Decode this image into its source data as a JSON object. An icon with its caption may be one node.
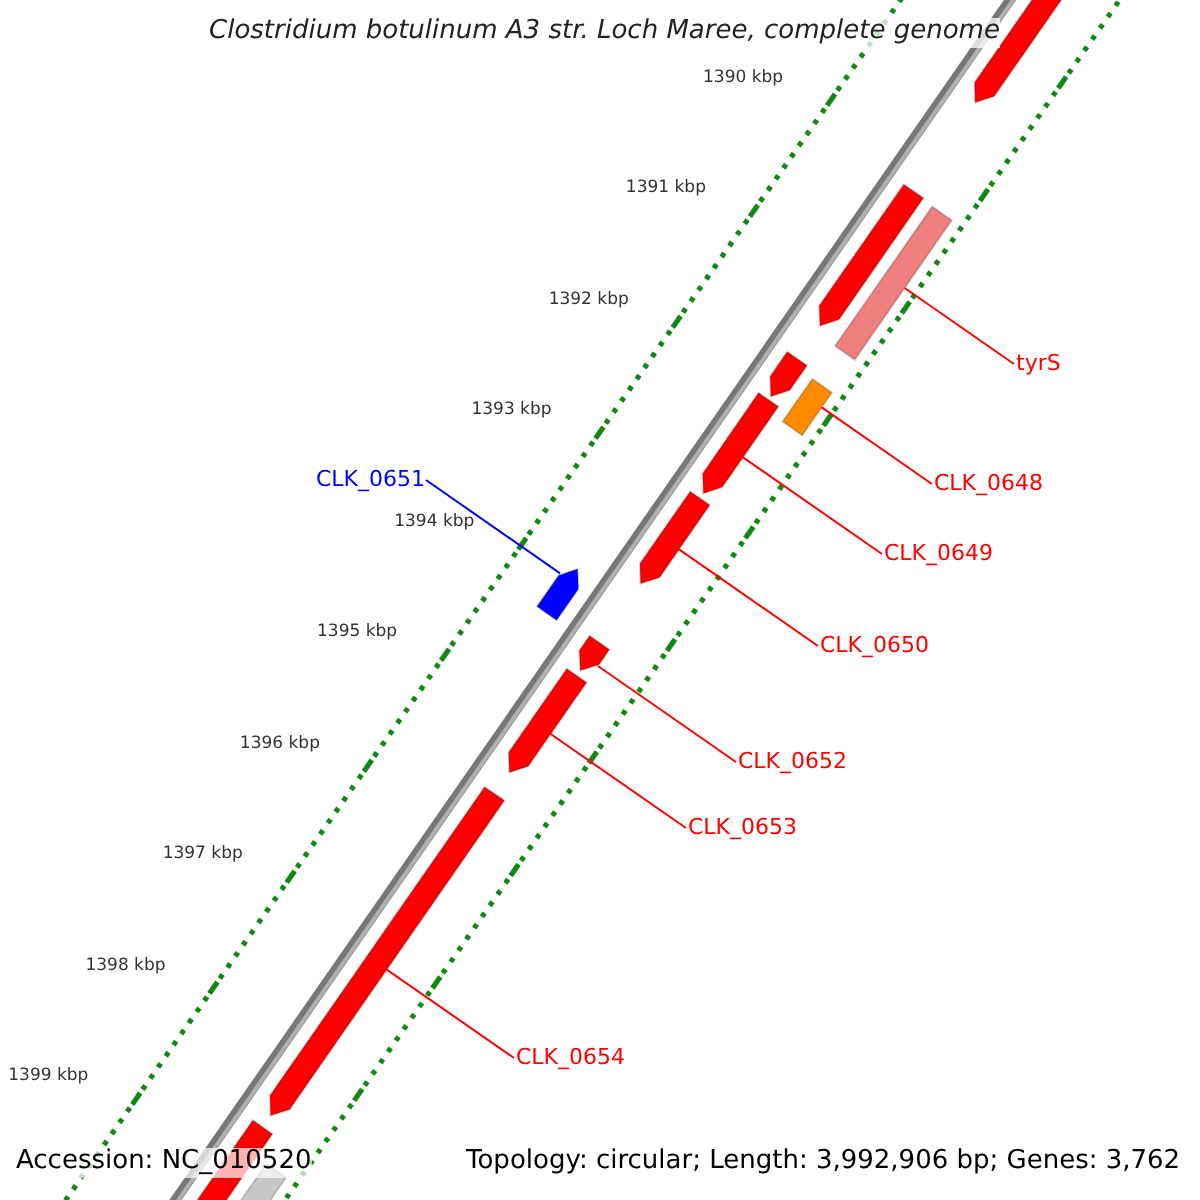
{
  "diagram": {
    "title": "Clostridium botulinum A3 str. Loch Maree, complete genome",
    "nodes": [
      {
        "text": [
          "tyrS"
        ]
      },
      {
        "text": [],
        "shape": "box"
      },
      {
        "text": [
          "CLK_0648"
        ]
      },
      {
        "text": [],
        "shape": "box"
      },
      {
        "text": [
          "CLK_0649"
        ]
      },
      {
        "text": [],
        "shape": "arrow"
      },
      {
        "text": [
          "CLK_0650"
        ]
      },
      {
        "text": [],
        "shape": "arrow"
      },
      {
        "text": [
          "CLK_0651"
        ]
      },
      {
        "text": [],
        "shape": "arrow"
      },
      {
        "text": [
          "CLK_0652"
        ]
      },
      {
        "text": [],
        "shape": "arrow"
      },
      {
        "text": [
          "CLK_0653"
        ]
      },
      {
        "text": [],
        "shape": "arrow"
      },
      {
        "text": [
          "CLK_0654"
        ]
      },
      {
        "text": [],
        "shape": "arrow"
      }
    ],
    "edges": [
      {
        "from": 0,
        "to": 1,
        "arrow": "none"
      },
      {
        "from": 2,
        "to": 3,
        "arrow": "none"
      },
      {
        "from": 4,
        "to": 5,
        "arrow": "none"
      },
      {
        "from": 6,
        "to": 7,
        "arrow": "none"
      },
      {
        "from": 8,
        "to": 9,
        "arrow": "none",
        "color": "#0000ff"
      },
      {
        "from": 10,
        "to": 11,
        "arrow": "none"
      },
      {
        "from": 12,
        "to": 13,
        "arrow": "none"
      },
      {
        "from": 14,
        "to": 15,
        "arrow": "none"
      }
    ],
    "labels": [
      "1390 kbp",
      "1391 kbp",
      "1392 kbp",
      "1393 kbp",
      "1394 kbp",
      "1395 kbp",
      "1396 kbp",
      "1397 kbp",
      "1398 kbp",
      "1399 kbp",
      "Accession: NC_010520",
      "Topology: circular; Length: 3,992,906 bp; Genes: 3,762"
    ]
  }
}
